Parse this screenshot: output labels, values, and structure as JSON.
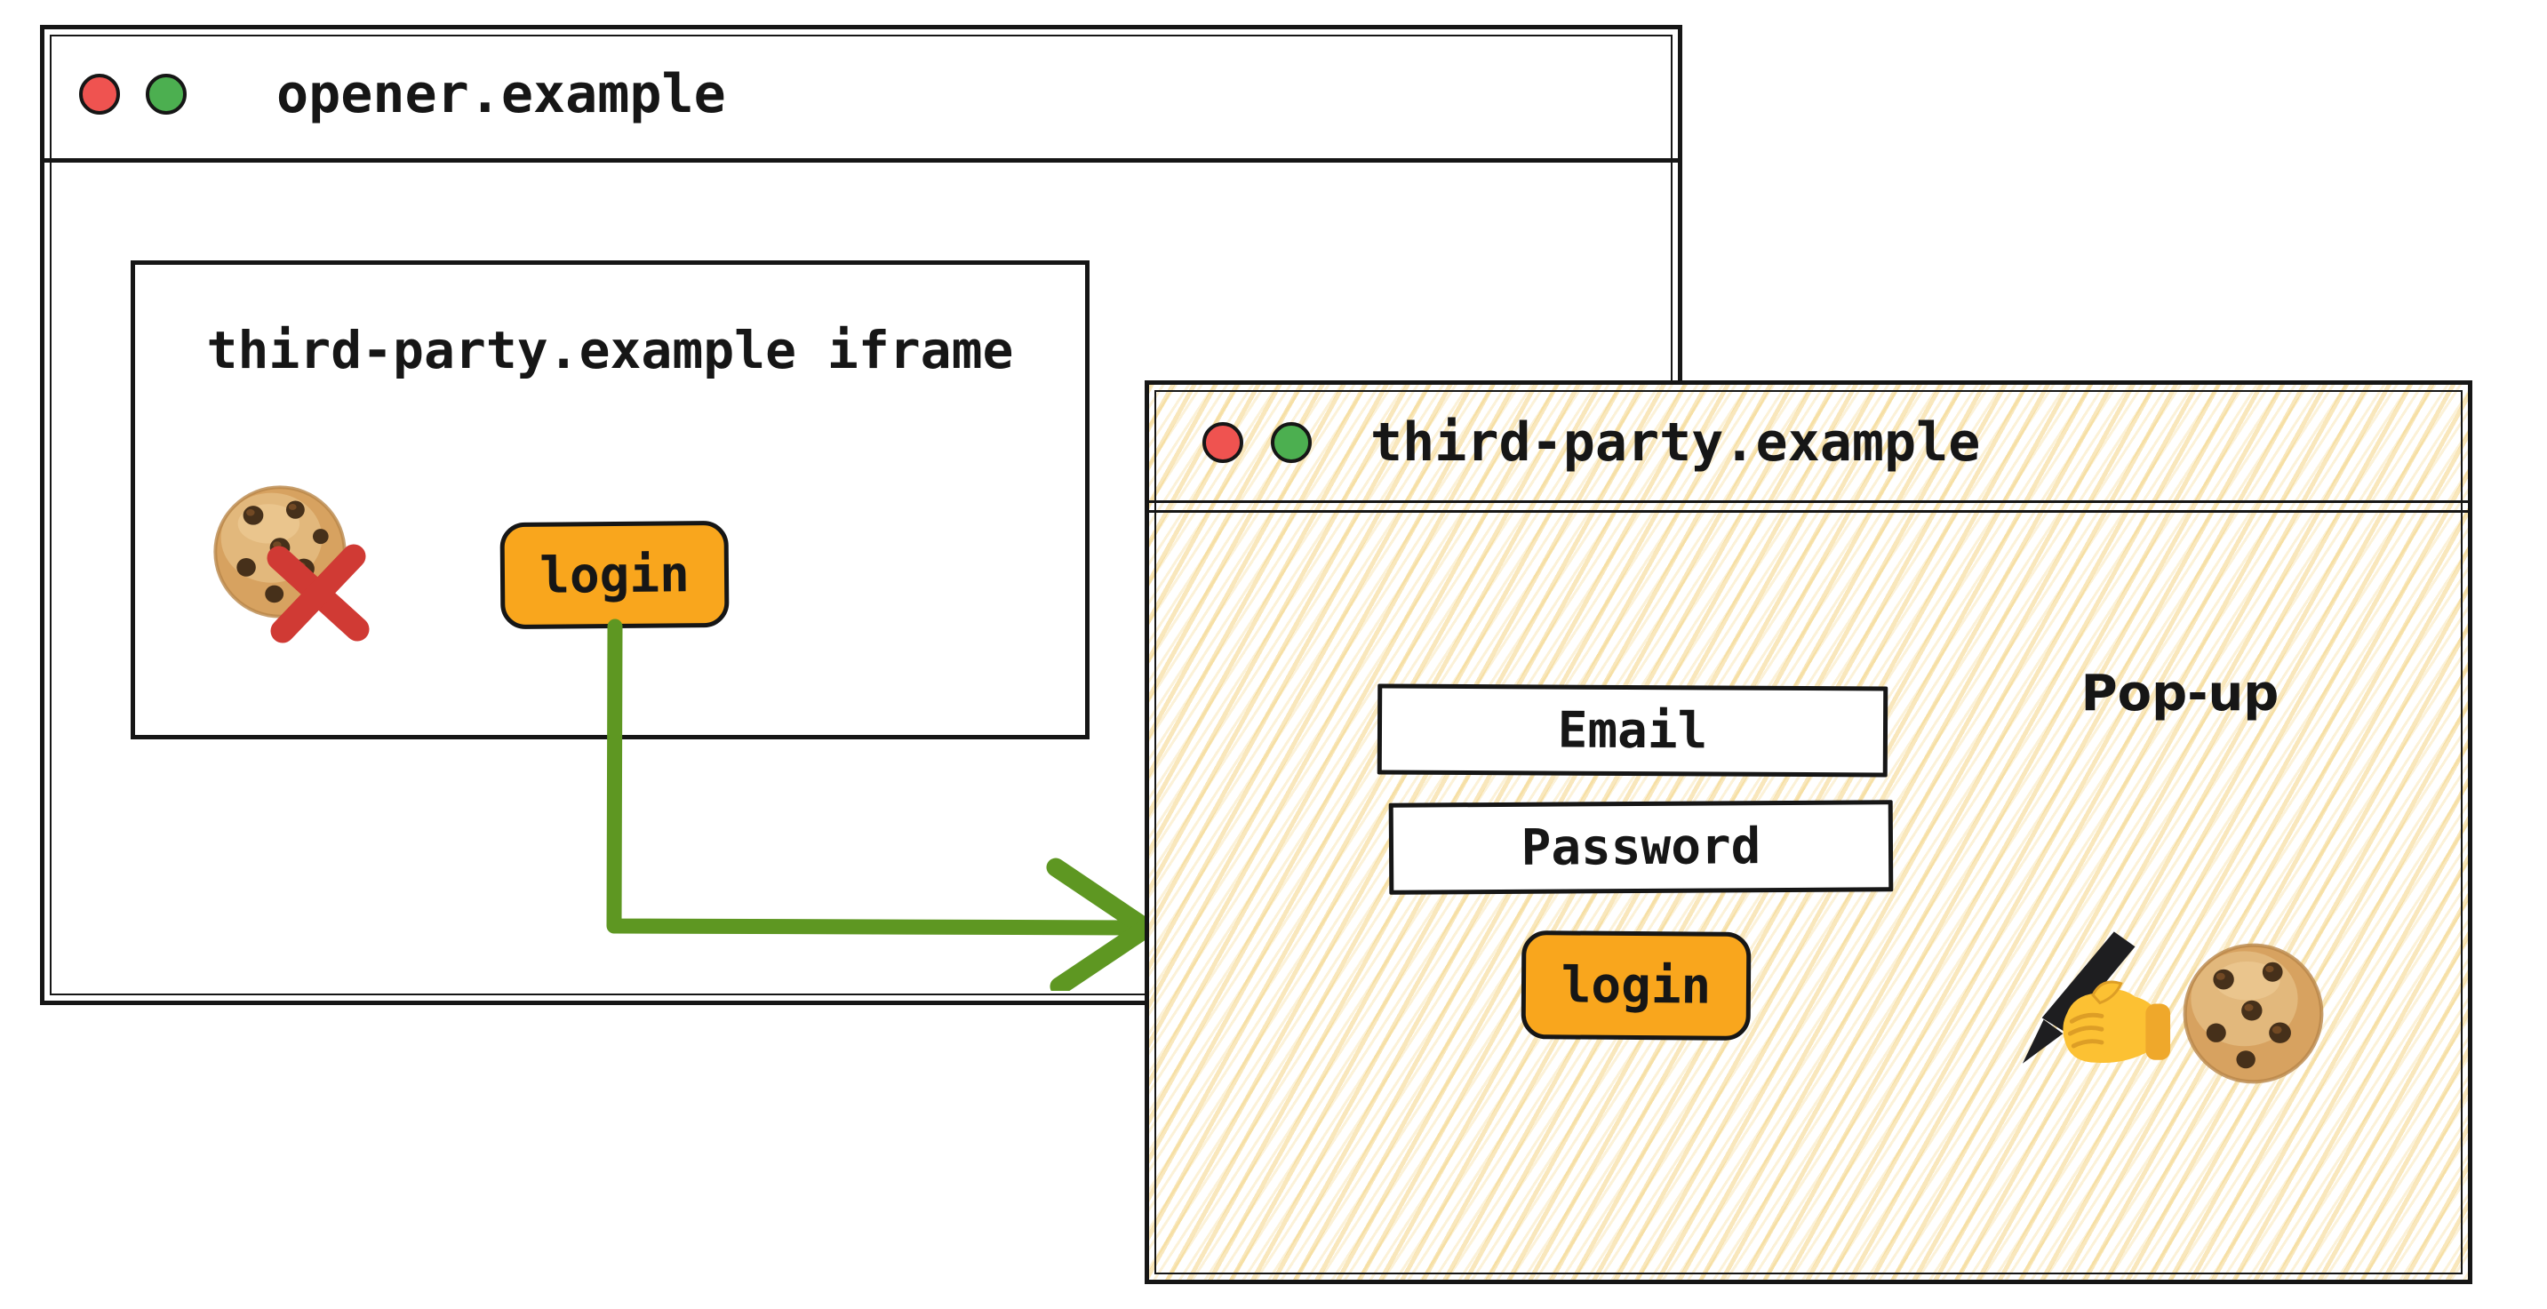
{
  "colors": {
    "ink": "#161616",
    "accent_orange": "#F9A61D",
    "arrow_green": "#5E9722",
    "blocked_red": "#D03A34",
    "traffic_red": "#EF5350",
    "traffic_green": "#4CAF50",
    "hatch_stripe": "#F0C65E",
    "cookie_base": "#D7A260"
  },
  "opener_window": {
    "title": "opener.example",
    "traffic_lights": [
      "red",
      "green"
    ],
    "iframe_panel": {
      "label": "third-party.example iframe",
      "blocked_cookie_icon": "cookie-with-red-cross",
      "login_button_label": "login"
    }
  },
  "flow_arrow": {
    "icon": "green-elbow-arrow",
    "from": "iframe login button",
    "to": "pop-up window"
  },
  "popup_window": {
    "title": "third-party.example",
    "traffic_lights": [
      "red",
      "green"
    ],
    "annotation_label": "Pop-up",
    "form": {
      "email_placeholder": "Email",
      "password_placeholder": "Password",
      "login_button_label": "login"
    },
    "icons": [
      "writing-hand-emoji",
      "cookie-emoji"
    ]
  }
}
